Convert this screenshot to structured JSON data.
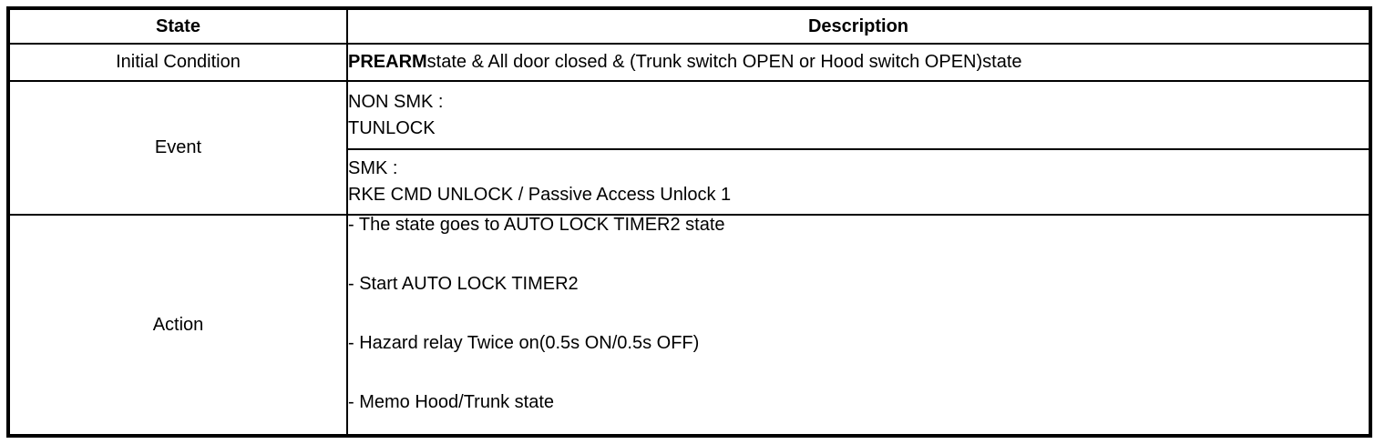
{
  "table": {
    "headers": {
      "state": "State",
      "description": "Description"
    },
    "rows": {
      "initial_condition": {
        "label": "Initial Condition",
        "description_bold": "PREARM",
        "description_rest": "state & All door closed & (Trunk switch OPEN or Hood switch OPEN)state"
      },
      "event": {
        "label": "Event",
        "cases": [
          {
            "line1": "NON SMK :",
            "line2": "TUNLOCK"
          },
          {
            "line1": "SMK :",
            "line2": "RKE CMD UNLOCK / Passive Access Unlock 1"
          }
        ]
      },
      "action": {
        "label": "Action",
        "items": [
          "- The state goes to AUTO LOCK TIMER2 state",
          "- Start AUTO LOCK TIMER2",
          "- Hazard relay Twice on(0.5s ON/0.5s OFF)",
          "- Memo Hood/Trunk state"
        ]
      }
    },
    "colors": {
      "border": "#000000",
      "text": "#000000",
      "background": "#ffffff"
    }
  }
}
